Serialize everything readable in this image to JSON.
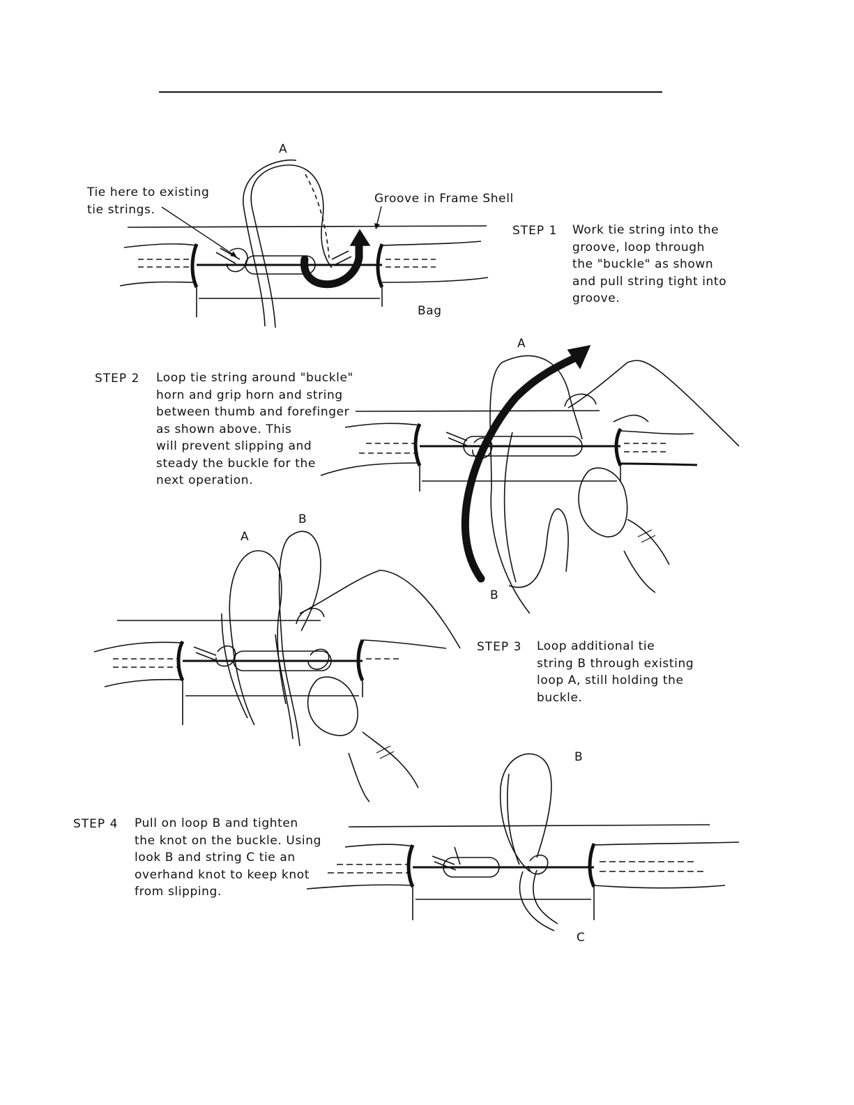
{
  "callouts": {
    "tie_here": [
      "Tie here to existing",
      "tie strings."
    ],
    "groove": "Groove in Frame Shell",
    "bag": "Bag"
  },
  "steps": [
    {
      "label": "STEP 1",
      "lines": [
        "Work tie string into the",
        "groove, loop through",
        "the \"buckle\" as shown",
        "and pull string tight into",
        "groove."
      ]
    },
    {
      "label": "STEP 2",
      "lines": [
        "Loop tie string around \"buckle\"",
        "horn and grip horn and string",
        "between thumb and forefinger",
        "as shown above.  This",
        "will prevent slipping and",
        "steady the buckle for the",
        "next operation."
      ]
    },
    {
      "label": "STEP 3",
      "lines": [
        "Loop additional tie",
        "string B through existing",
        "loop A, still holding the",
        "buckle."
      ]
    },
    {
      "label": "STEP 4",
      "lines": [
        "Pull on loop B and tighten",
        "the knot on the buckle.  Using",
        "look B and string C tie an",
        "overhand knot to keep knot",
        "from slipping."
      ]
    }
  ],
  "letters": {
    "fig1_a": "A",
    "fig2_a": "A",
    "fig2_b": "B",
    "fig3_a": "A",
    "fig3_b": "B",
    "fig4_b": "B",
    "fig4_c": "C"
  }
}
